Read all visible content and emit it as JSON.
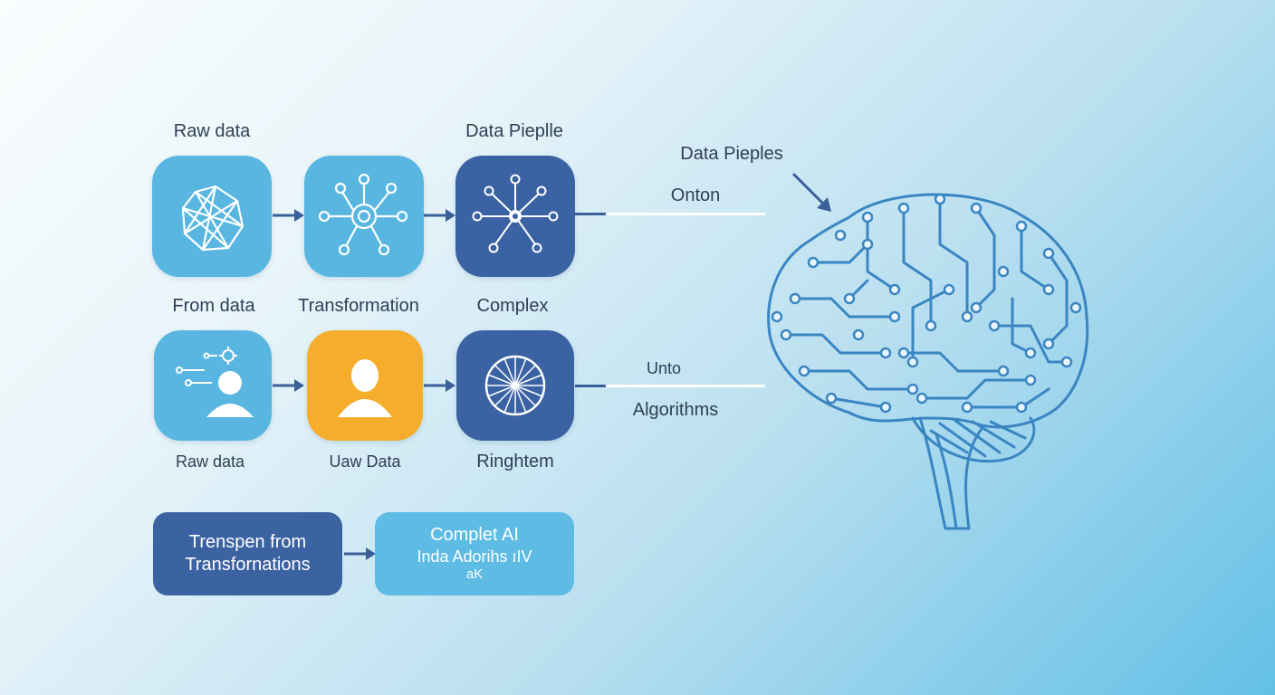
{
  "top_row": {
    "label_left": "Raw data",
    "label_right": "Data Pieplle",
    "tiles": [
      {
        "color": "#58b6e1",
        "icon": "polygon-network-icon"
      },
      {
        "color": "#58b6e1",
        "icon": "hub-node-icon"
      },
      {
        "color": "#3b63a3",
        "icon": "radial-network-icon"
      }
    ]
  },
  "middle_labels": [
    "From data",
    "Transformation",
    "Complex"
  ],
  "bottom_row": {
    "tiles": [
      {
        "color": "#58b6e1",
        "icon": "user-gear-icon"
      },
      {
        "color": "#f5ad2b",
        "icon": "user-icon"
      },
      {
        "color": "#3b63a3",
        "icon": "wheel-icon"
      }
    ],
    "labels": [
      "Raw data",
      "Uaw Data",
      "Ringhtem"
    ]
  },
  "connectors": {
    "top_label": "Onton",
    "bottom_label_top": "Unto",
    "bottom_label_bottom": "Algorithms"
  },
  "brain": {
    "callout": "Data Pieples",
    "icon": "circuit-brain-icon",
    "color": "#3a86c2"
  },
  "summary": {
    "box1_lines": [
      "Trenspen from",
      "Transfornations"
    ],
    "box2_lines": [
      "Complet AI",
      "Inda Adorihs ıIV",
      "aK"
    ]
  }
}
